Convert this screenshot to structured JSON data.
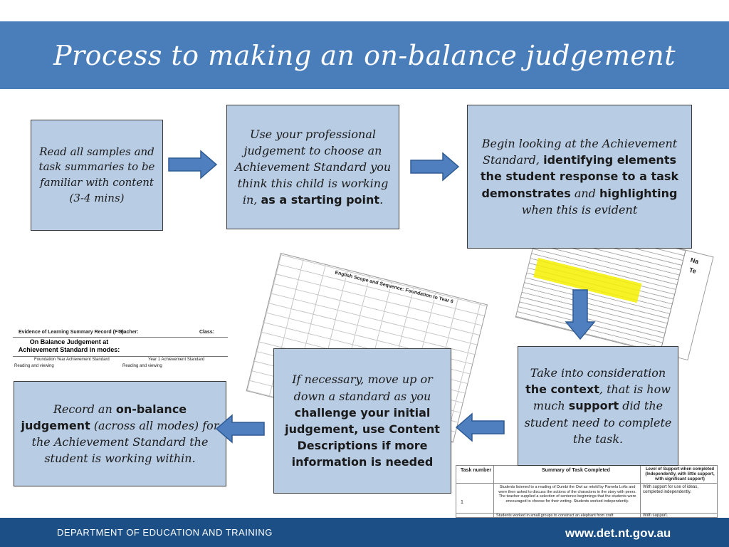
{
  "title": "Process to making an on-balance judgement",
  "footer": {
    "department": "DEPARTMENT OF EDUCATION AND TRAINING",
    "url": "www.det.nt.gov.au"
  },
  "steps": {
    "step1": "Read all samples and task summaries to be familiar with content (3-4 mins)",
    "step2_a": "Use your professional judgement to choose an Achievement Standard you think this child is working in,",
    "step2_b": "as a starting point",
    "step2_c": ".",
    "step3_a": "Begin looking at the Achievement Standard,",
    "step3_b": "identifying elements the student response to a task demonstrates",
    "step3_c": "and",
    "step3_d": "highlighting",
    "step3_e": "when this is evident",
    "step4_a": "Take into consideration",
    "step4_b": "the context",
    "step4_c": ", that is how much",
    "step4_d": "support",
    "step4_e": "did the student need to complete the task.",
    "step5_a": "If necessary, move up or down a standard as you",
    "step5_b": "challenge your initial judgement, use Content Descriptions if more information is needed",
    "step6_a": "Record an",
    "step6_b": "on-balance judgement",
    "step6_c": "(across all modes) for the Achievement Standard the student is working within."
  },
  "documents": {
    "evidence_record": {
      "title": "Evidence of Learning Summary Record (F-3)",
      "teacher": "Teacher:",
      "class": "Class:",
      "heading": "On Balance Judgement at Achievement Standard in modes:",
      "col1": "Foundation Year Achievement Standard",
      "col2": "Year 1 Achievement Standard",
      "row1": "Reading and viewing",
      "row2": "Reading and viewing"
    },
    "scope_sequence": {
      "title": "English Scope and Sequence: Foundation to Year 6"
    },
    "task_table": {
      "col1": "Task number",
      "col2": "Summary of Task Completed",
      "col3": "Level of Support when completed (Independently, with little support, with significant support)",
      "row1_num": "1",
      "row1_summary": "Students listened to a reading of Dumbi the Owl as retold by Pamela Lofts and were then asked to discuss the actions of the characters in the story with peers. The teacher supplied a selection of sentence beginnings that the students were encouraged to choose for their writing. Students worked independently.",
      "row1_support": "With support for use of ideas, completed independently.",
      "row2_summary": "Students worked in small groups to construct an elephant from craft",
      "row2_support": "With support."
    },
    "highlight_doc": {
      "label1": "Na",
      "label2": "Te"
    }
  },
  "colors": {
    "title_bar": "#4a7ebb",
    "footer": "#1b4f86",
    "box_fill": "#b8cce4",
    "arrow_fill": "#4f7fbf",
    "highlight": "#f4f000"
  }
}
